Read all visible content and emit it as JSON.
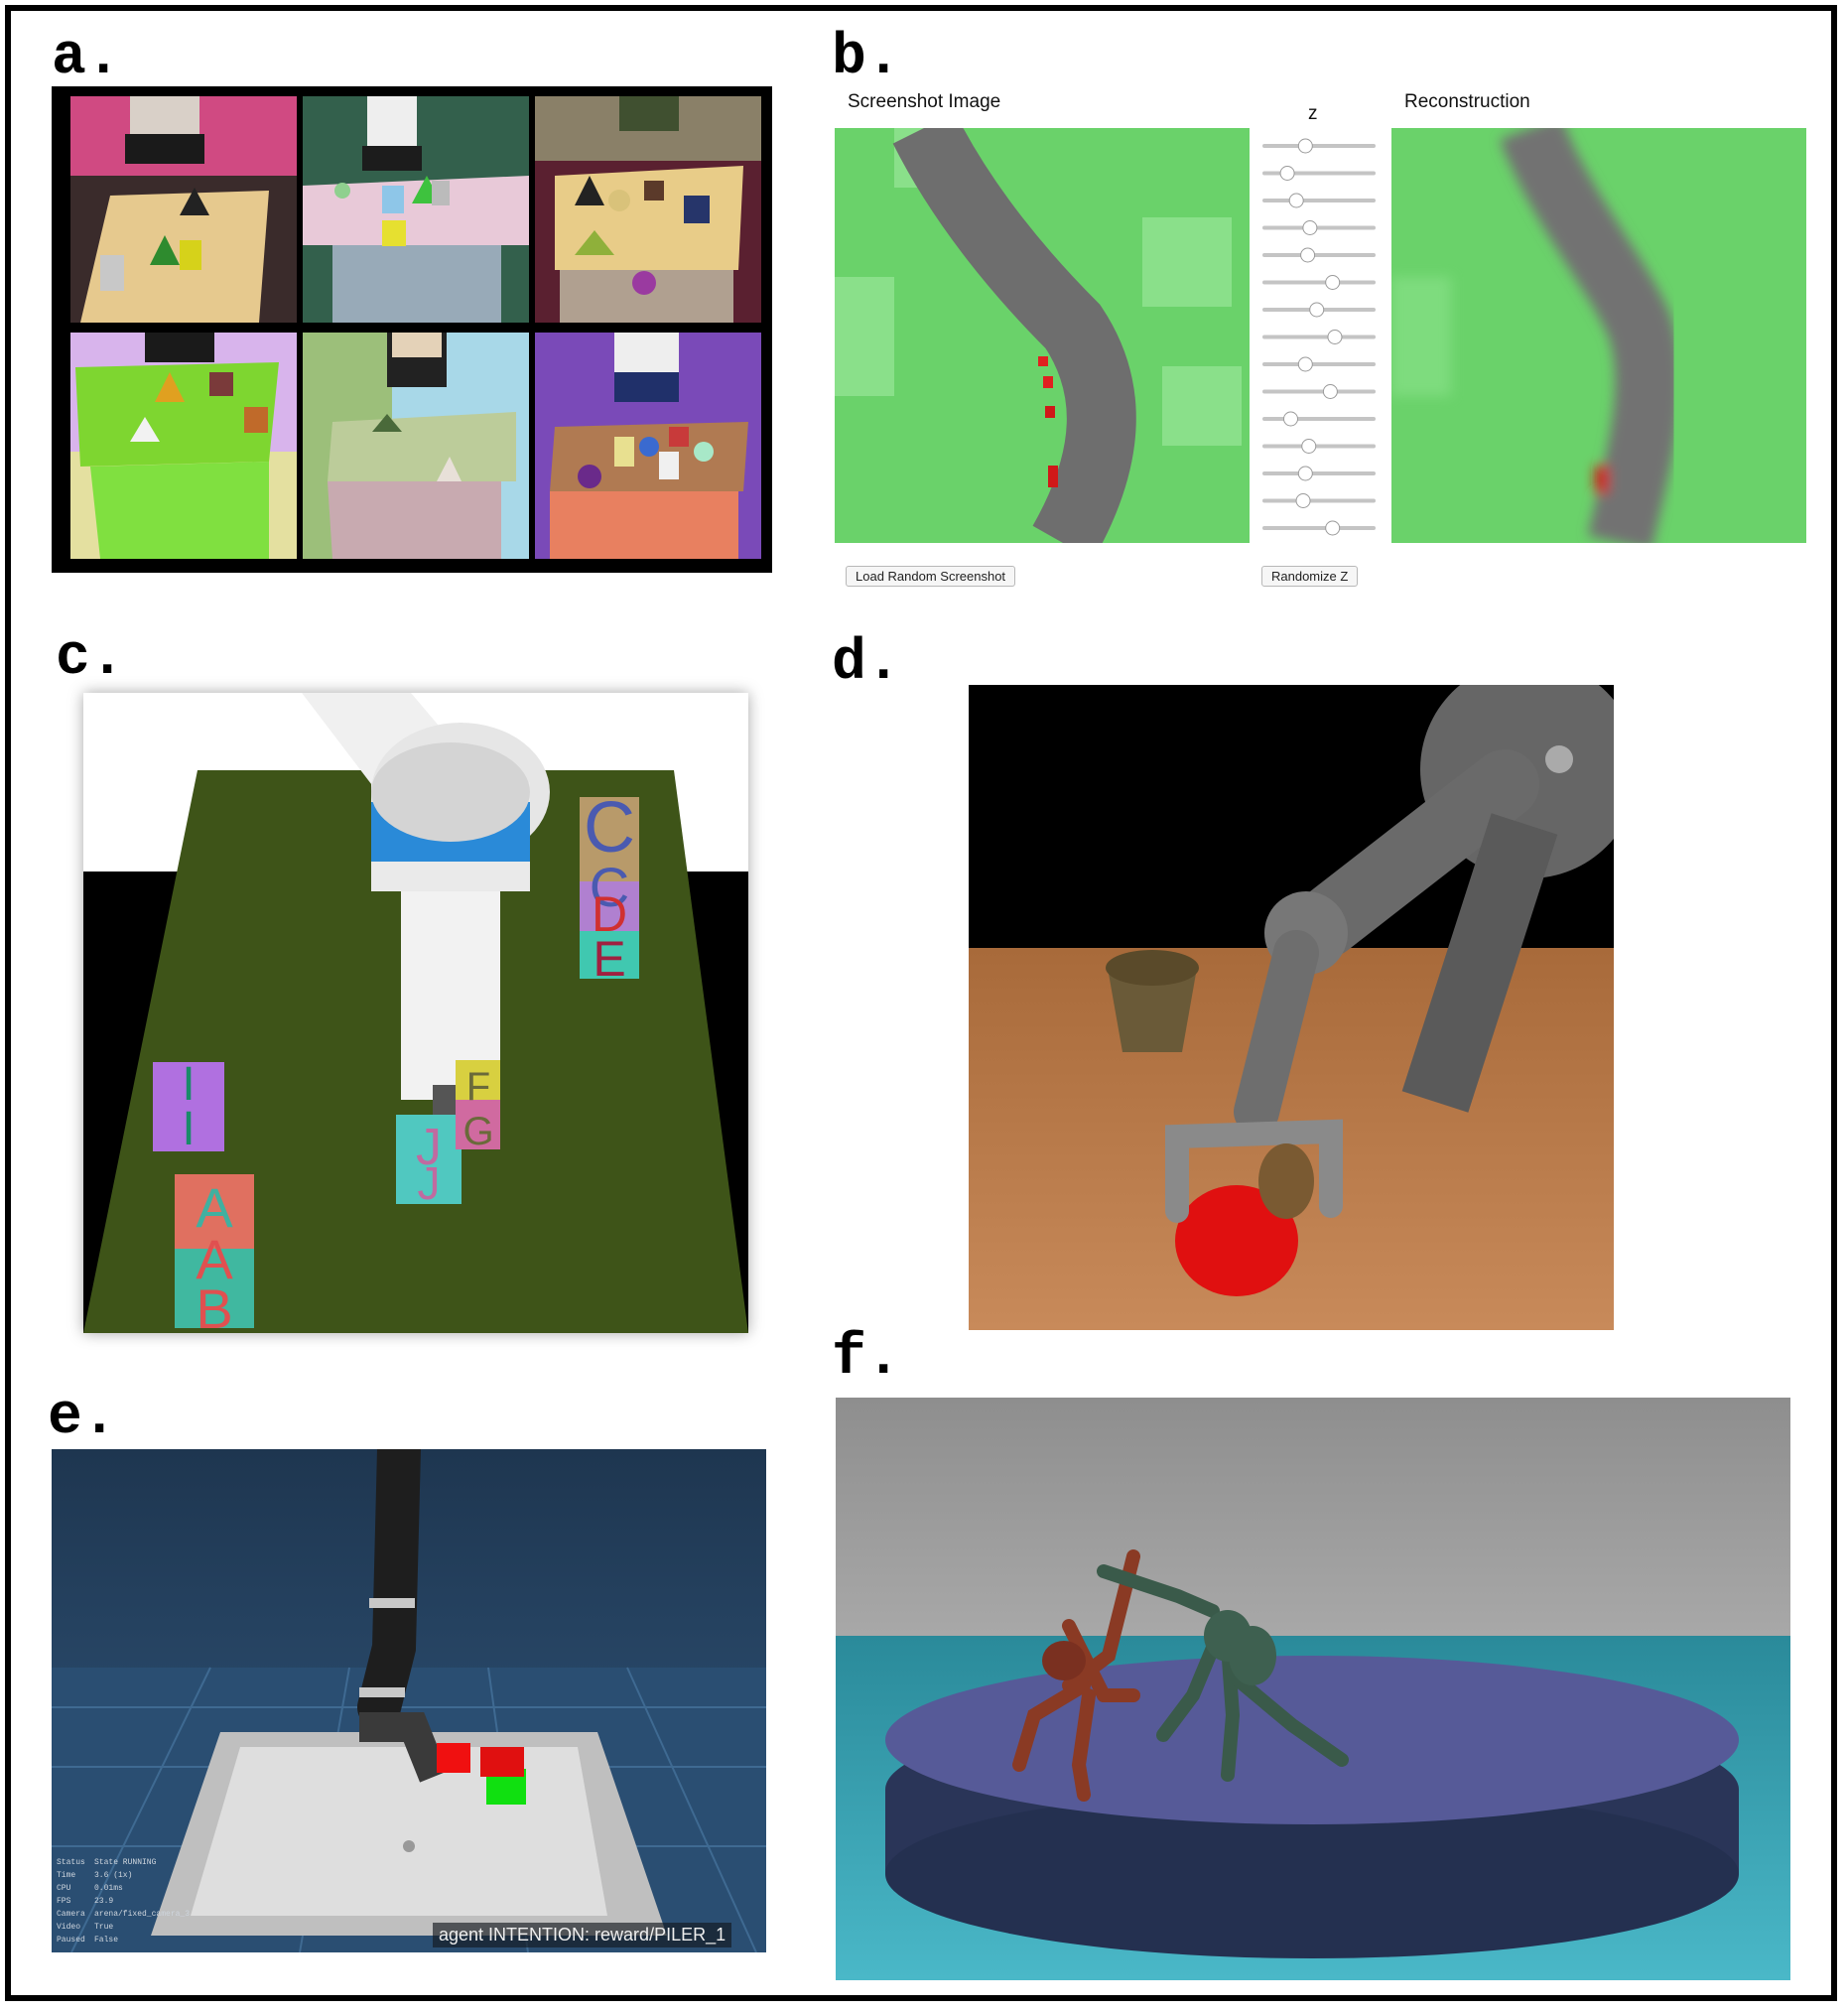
{
  "panel_labels": {
    "a": "a.",
    "b": "b.",
    "c": "c.",
    "d": "d.",
    "e": "e.",
    "f": "f."
  },
  "panel_b": {
    "screenshot_title": "Screenshot Image",
    "z_title": "z",
    "reconstruction_title": "Reconstruction",
    "load_button": "Load Random Screenshot",
    "randomize_button": "Randomize Z",
    "slider_values": [
      0.38,
      0.22,
      0.3,
      0.42,
      0.4,
      0.62,
      0.48,
      0.64,
      0.38,
      0.6,
      0.25,
      0.41,
      0.38,
      0.36,
      0.62
    ]
  },
  "panel_c": {
    "block_letters": [
      "C",
      "C",
      "D",
      "E",
      "I",
      "I",
      "A",
      "A",
      "B",
      "J",
      "J",
      "F",
      "G"
    ]
  },
  "panel_e": {
    "hud": [
      {
        "key": "Status",
        "value": "State RUNNING"
      },
      {
        "key": "Time",
        "value": "3.6 (1x)"
      },
      {
        "key": "CPU",
        "value": "0.01ms"
      },
      {
        "key": "FPS",
        "value": "23.9"
      },
      {
        "key": "Camera",
        "value": "arena/fixed_camera_3"
      },
      {
        "key": "Video",
        "value": "True"
      },
      {
        "key": "Paused",
        "value": "False"
      }
    ],
    "intention": "agent INTENTION: reward/PILER_1"
  },
  "colors": {
    "sim_green": "#6ad26a",
    "road_gray": "#6e6e6e",
    "arena_blue": "#1f3a5a",
    "platform_blue": "#2a3558",
    "red_target": "#e01010"
  }
}
